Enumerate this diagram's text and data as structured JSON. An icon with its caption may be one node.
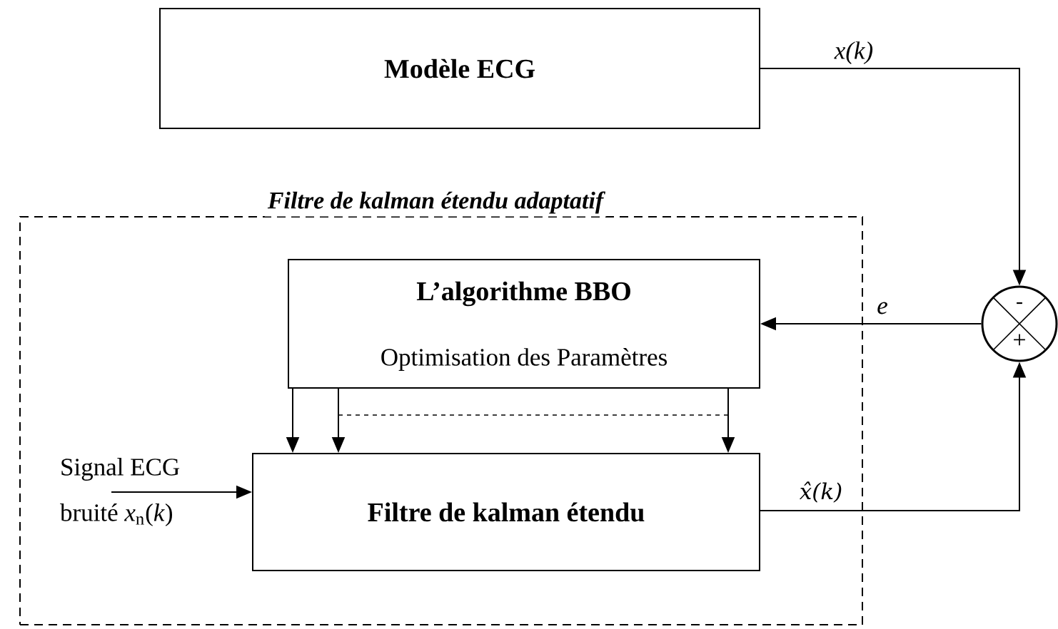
{
  "diagram": {
    "nodes": [
      {
        "text": [
          "Modèle ECG"
        ]
      },
      {
        "text": [
          "Filtre de kalman étendu adaptatif"
        ]
      },
      {
        "text": [
          "L’algorithme BBO",
          "Optimisation des Paramètres"
        ],
        "in": 1
      },
      {
        "text": [
          "Filtre de kalman étendu"
        ],
        "in": 1
      },
      {
        "text": [
          "-",
          "+"
        ]
      },
      {
        "text": [
          "Signal ECG bruité *x*$_{n}$(*k*)"
        ],
        "in": 1
      }
    ],
    "edges": [
      {
        "from": 0,
        "to": 4,
        "arrow": "to",
        "label": "x(k)"
      },
      {
        "from": 4,
        "to": 2,
        "arrow": "to",
        "label": "e"
      },
      {
        "from": 3,
        "to": 4,
        "arrow": "to",
        "label": "x̂(k)"
      },
      {
        "from": 2,
        "to": 3,
        "arrow": "to"
      },
      {
        "from": 2,
        "to": 3,
        "arrow": "to"
      },
      {
        "from": 2,
        "to": 3,
        "arrow": "to"
      },
      {
        "from": 5,
        "to": 3,
        "arrow": "to"
      }
    ]
  }
}
